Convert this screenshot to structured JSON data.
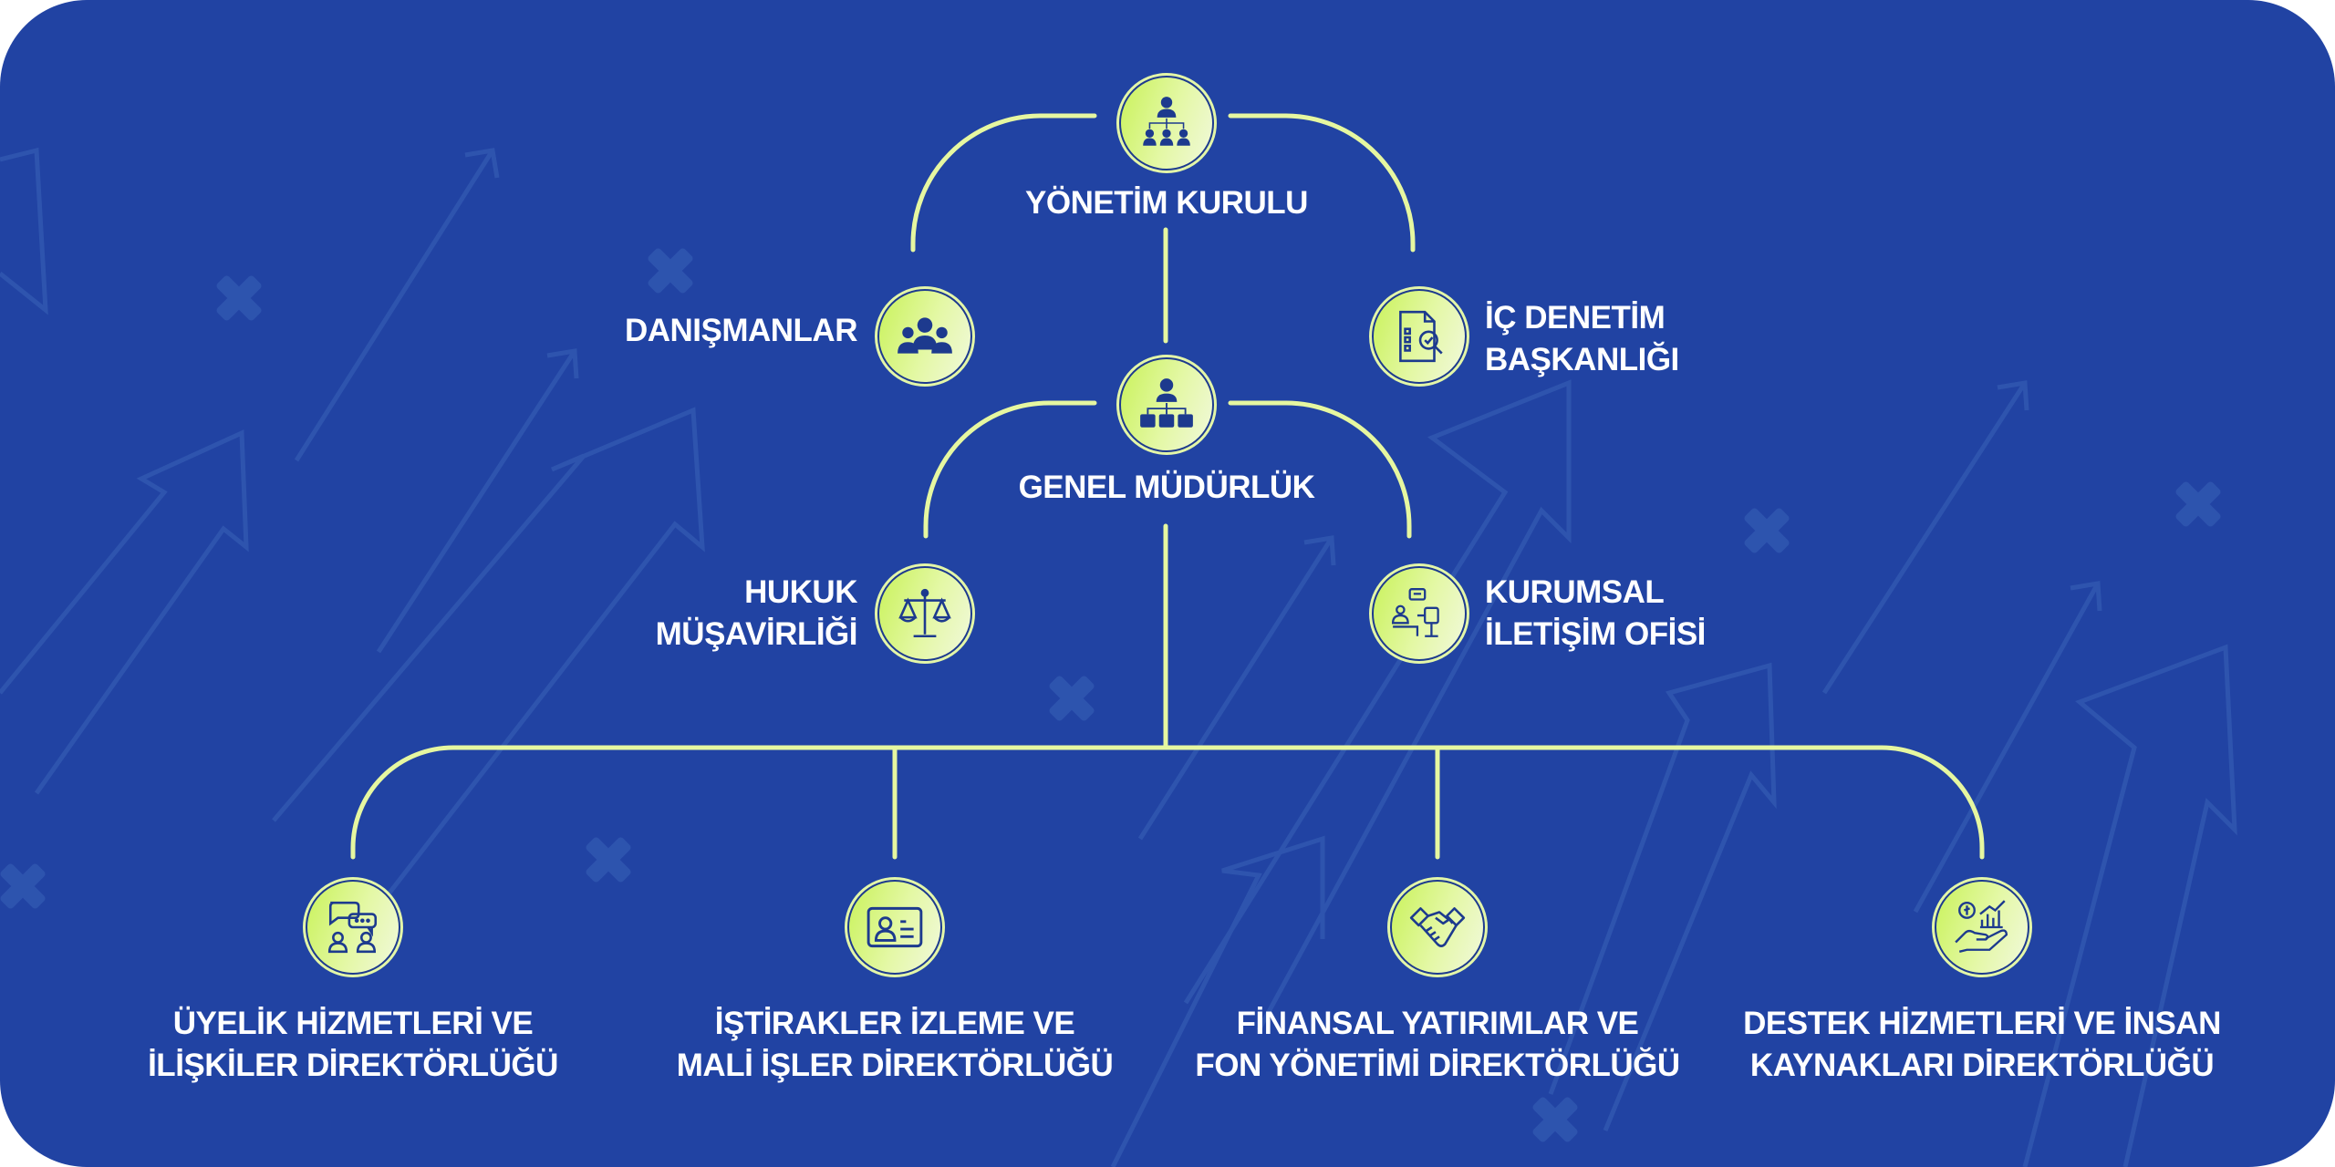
{
  "colors": {
    "background": "#2143a3",
    "connector": "#e6f7a0",
    "icon": "#1d3a8e",
    "text": "#ffffff"
  },
  "top": {
    "title": "YÖNETİM KURULU",
    "icon": "org-hierarchy-icon"
  },
  "advisors": {
    "title": "DANIŞMANLAR",
    "icon": "team-icon"
  },
  "audit": {
    "line1": "İÇ DENETİM",
    "line2": "BAŞKANLIĞI",
    "icon": "audit-document-search-icon"
  },
  "gm": {
    "title": "GENEL MÜDÜRLÜK",
    "icon": "manager-structure-icon"
  },
  "legal": {
    "line1": "HUKUK",
    "line2": "MÜŞAVİRLİĞİ",
    "icon": "scales-of-justice-icon"
  },
  "comms": {
    "line1": "KURUMSAL",
    "line2": "İLETİŞİM OFİSİ",
    "icon": "presentation-speaker-icon"
  },
  "directorates": [
    {
      "line1": "ÜYELİK HİZMETLERİ VE",
      "line2": "İLİŞKİLER DİREKTÖRLÜĞÜ",
      "icon": "conversation-users-icon"
    },
    {
      "line1": "İŞTİRAKLER İZLEME VE",
      "line2": "MALİ İŞLER DİREKTÖRLÜĞÜ",
      "icon": "id-card-icon"
    },
    {
      "line1": "FİNANSAL YATIRIMLAR VE",
      "line2": "FON YÖNETİMİ DİREKTÖRLÜĞÜ",
      "icon": "handshake-icon"
    },
    {
      "line1": "DESTEK HİZMETLERİ VE İNSAN",
      "line2": "KAYNAKLARI DİREKTÖRLÜĞÜ",
      "icon": "hand-growth-chart-icon"
    }
  ]
}
